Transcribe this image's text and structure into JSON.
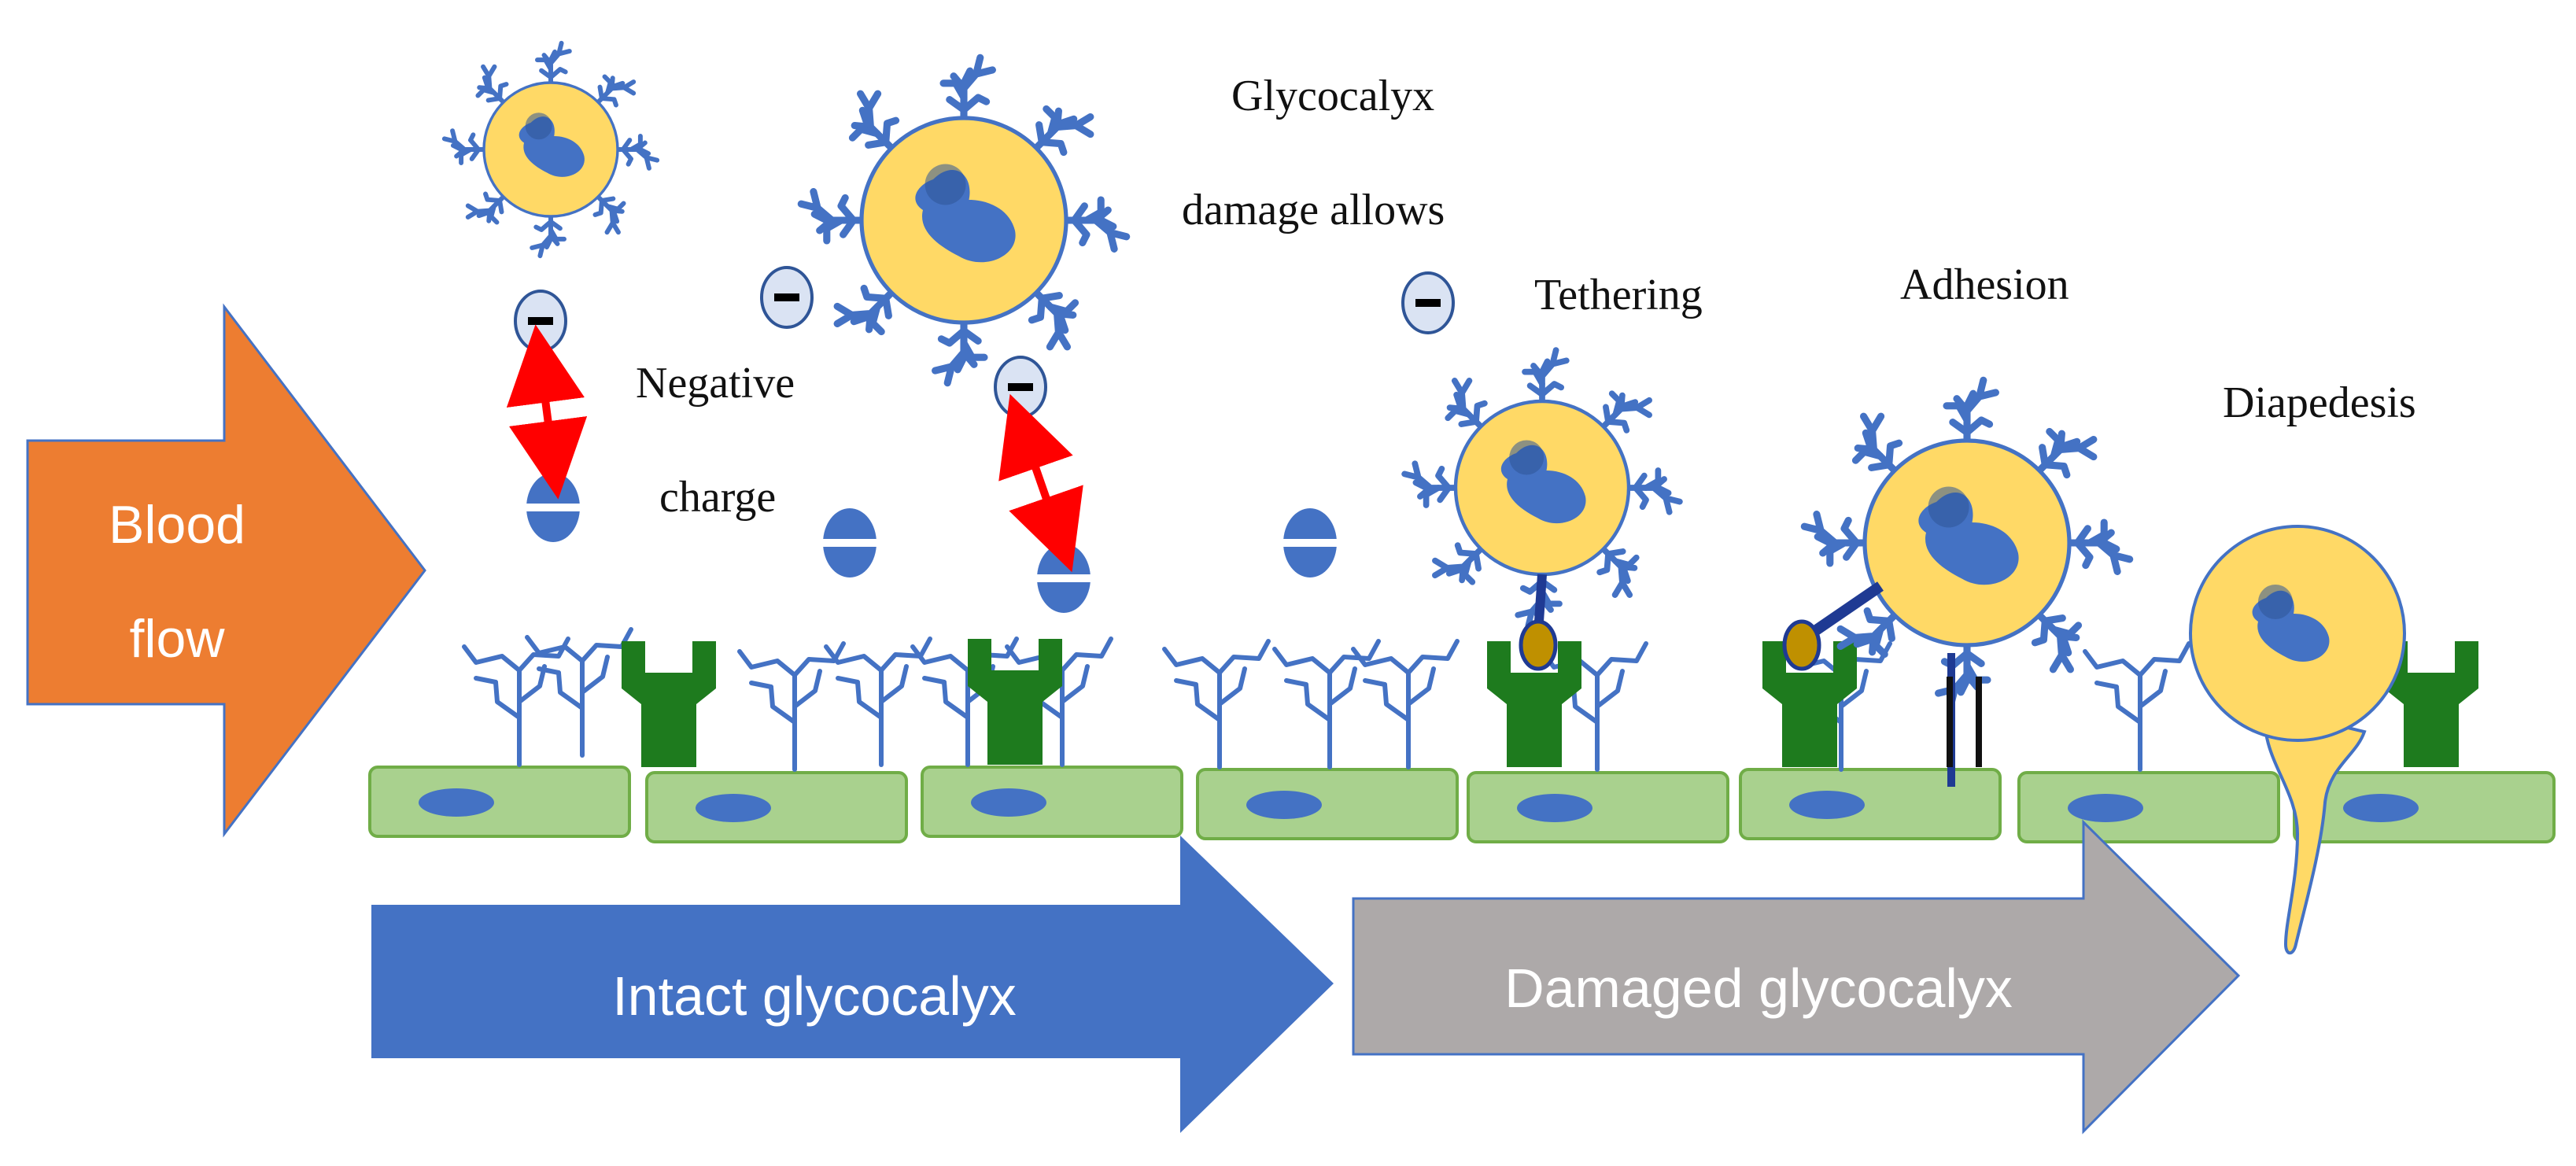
{
  "labels": {
    "blood_flow_line1": "Blood",
    "blood_flow_line2": "flow",
    "negative_line1": "Negative",
    "negative_line2": "charge",
    "glycocalyx_line1": "Glycocalyx",
    "glycocalyx_line2": "damage allows",
    "tethering": "Tethering",
    "adhesion": "Adhesion",
    "diapedesis": "Diapedesis",
    "intact": "Intact glycocalyx",
    "damaged": "Damaged glycocalyx"
  },
  "colors": {
    "blood_flow_arrow": "#ED7D31",
    "intact_arrow": "#4472C4",
    "damaged_arrow": "#ADA9A9",
    "glycocalyx": "#4472C4",
    "cell_fill": "#FFD966",
    "nucleus": "#4472C4",
    "endothelium": "#A9D18E",
    "receptor": "#1E7B1E",
    "repulsion": "#FF0000"
  },
  "icons": {
    "negative_charge": "minus-circle-icon",
    "cell_charge": "striped-ellipse-icon"
  }
}
